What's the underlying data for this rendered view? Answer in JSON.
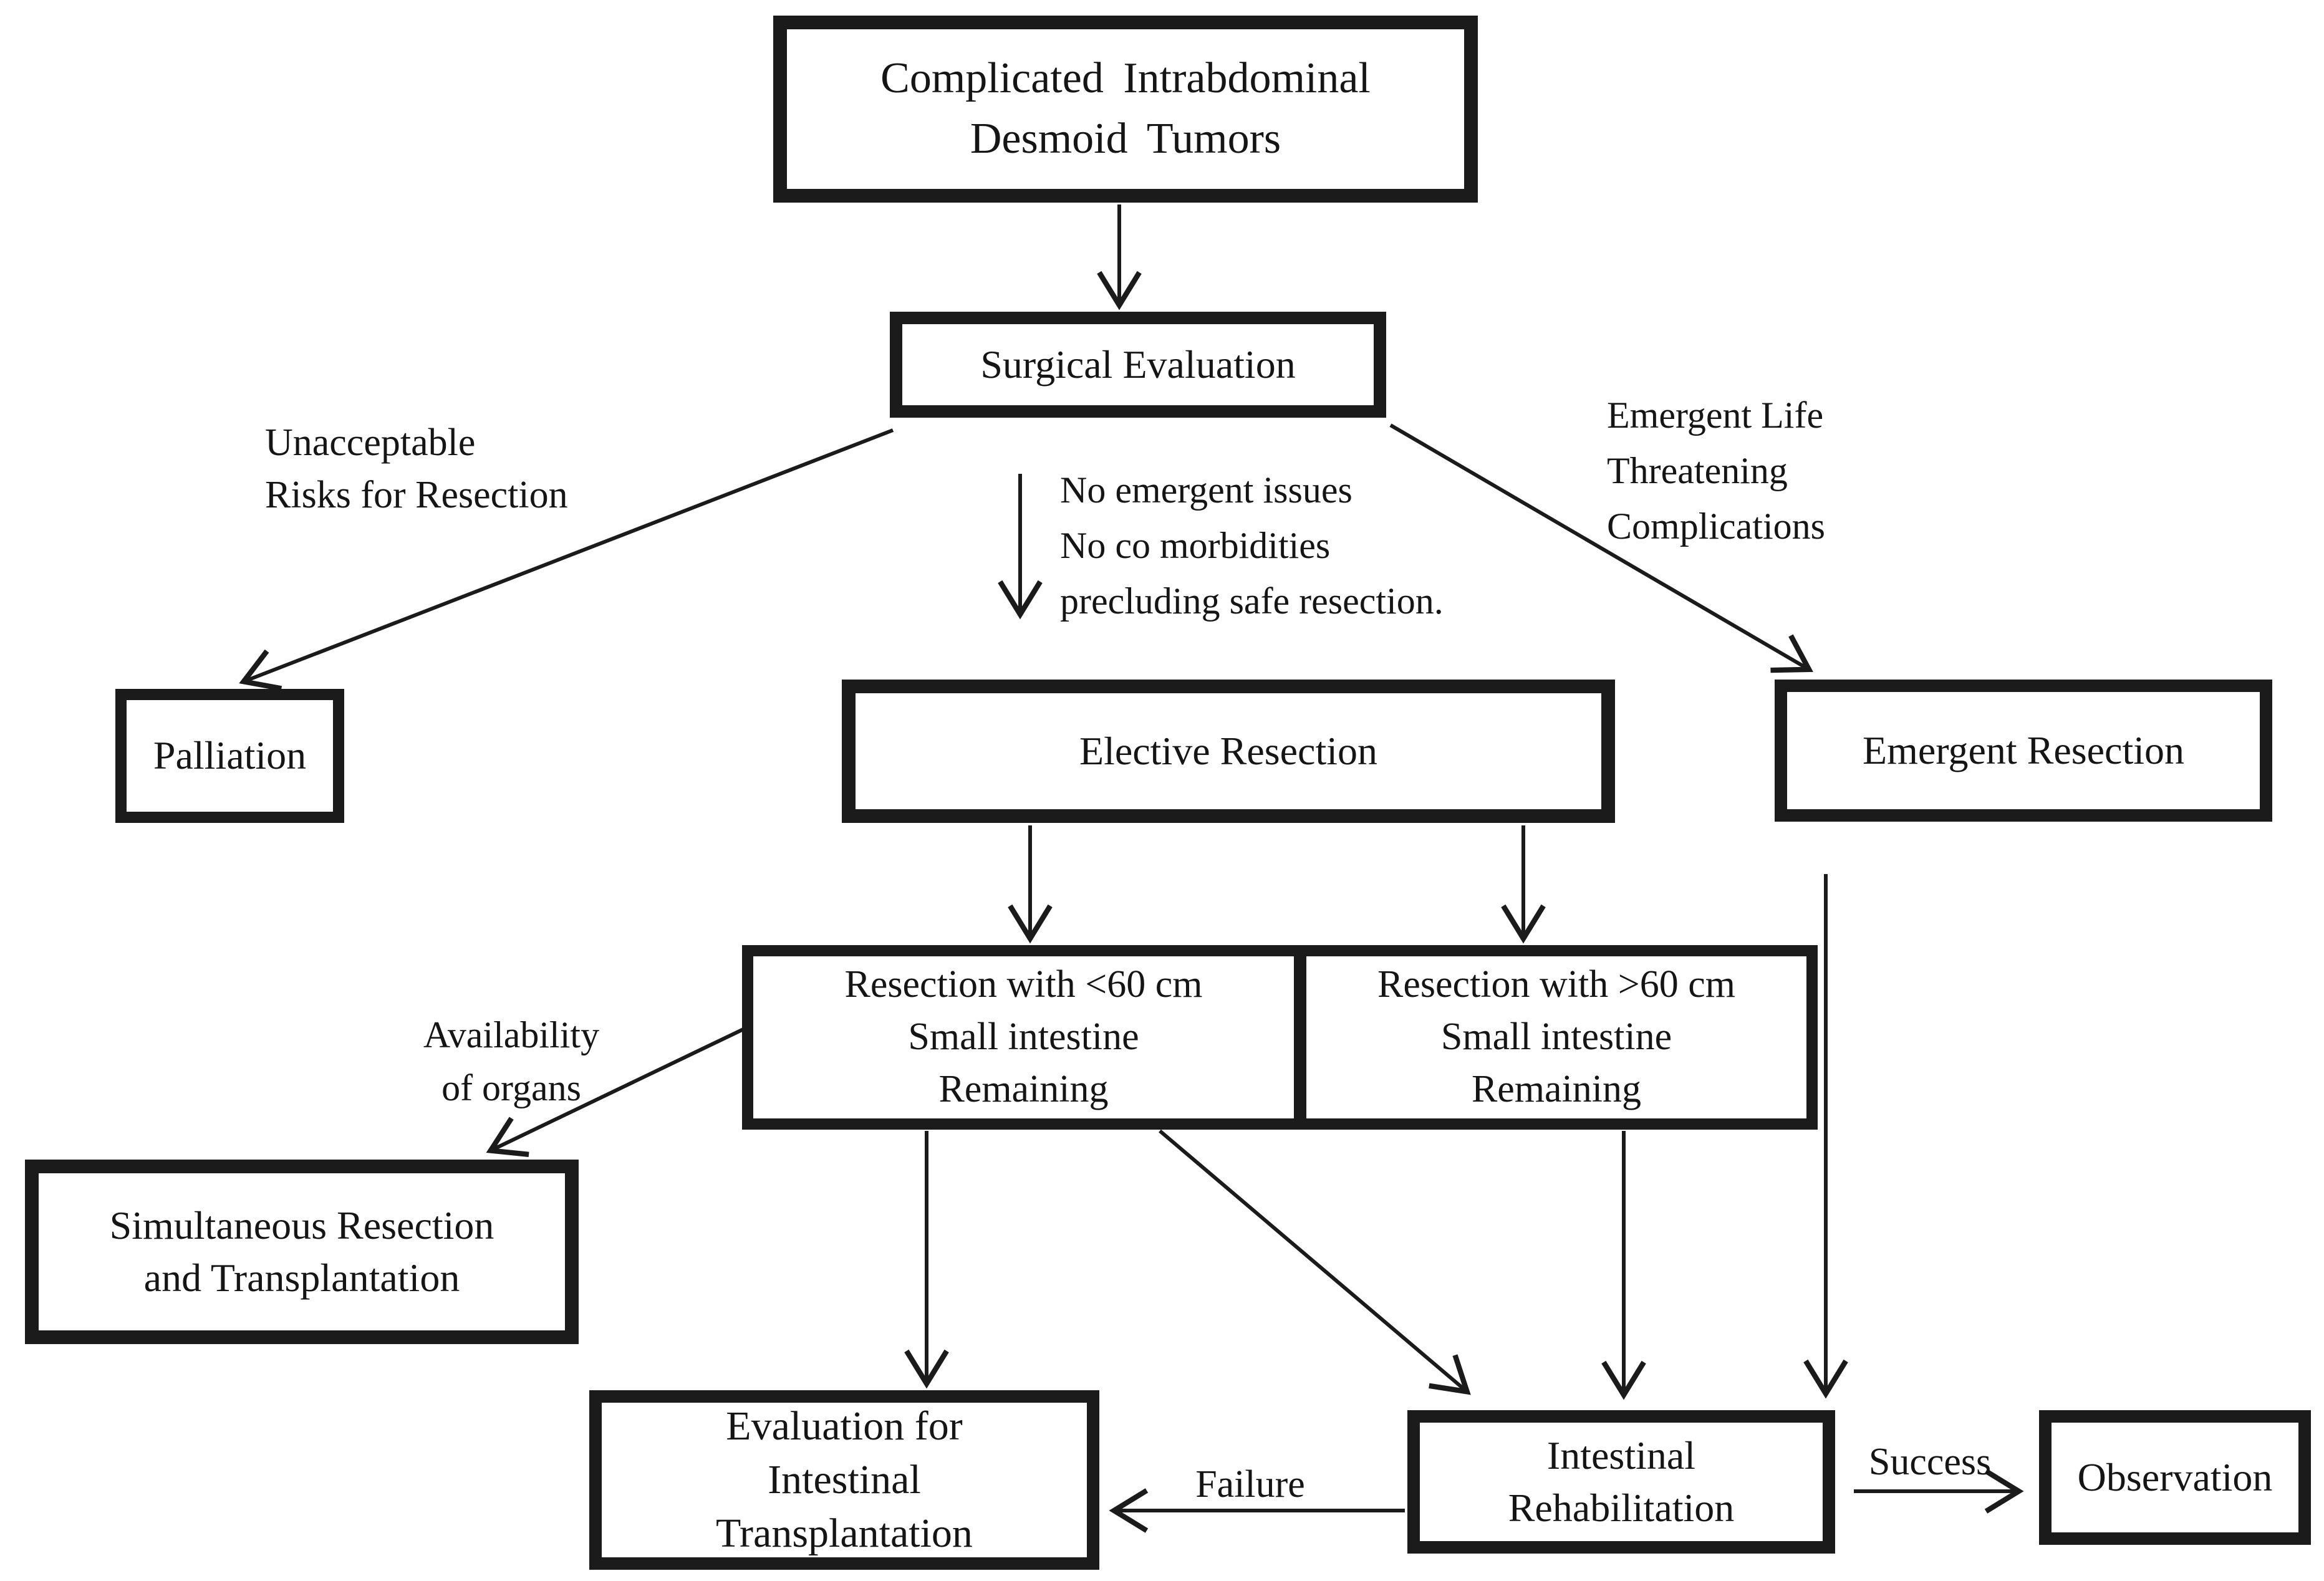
{
  "figure": {
    "background_color": "#ffffff",
    "ink_color": "#1b1b1b",
    "type": "flowchart"
  },
  "nodes": {
    "top": "Complicated Intrabdominal\nDesmoid Tumors",
    "surgical": "Surgical Evaluation",
    "palliation": "Palliation",
    "elective": "Elective Resection",
    "emergent": "Emergent Resection",
    "lt60": "Resection with <60 cm\nSmall intestine\nRemaining",
    "gt60": "Resection with >60 cm\nSmall intestine\nRemaining",
    "simultaneous": "Simultaneous Resection\nand Transplantation",
    "evaluation": "Evaluation for\nIntestinal\nTransplantation",
    "rehab": "Intestinal\nRehabilitation",
    "observation": "Observation"
  },
  "labels": {
    "unacceptable": "Unacceptable\nRisks for Resection",
    "no_emergent": "No emergent issues\nNo co morbidities\nprecluding safe resection.",
    "emergent_life": "Emergent Life\nThreatening\nComplications",
    "availability": "Availability\nof organs",
    "failure": "Failure",
    "success": "Success"
  }
}
